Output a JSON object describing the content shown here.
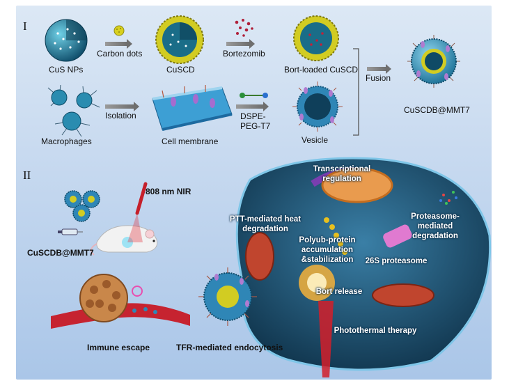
{
  "section_labels": [
    "I",
    "II"
  ],
  "part1": {
    "cus_nps": "CuS NPs",
    "carbon_dots": "Carbon dots",
    "cuscd": "CuSCD",
    "bortezomib": "Bortezomib",
    "bort_loaded": "Bort-loaded CuSCD",
    "fusion": "Fusion",
    "product": "CuSCDB@MMT7",
    "macrophages": "Macrophages",
    "isolation": "Isolation",
    "cell_membrane": "Cell membrane",
    "dspe": "DSPE-\nPEG-T7",
    "vesicle": "Vesicle"
  },
  "part2": {
    "nir": "808 nm NIR",
    "product": "CuSCDB@MMT7",
    "immune_escape": "Immune escape",
    "tfr": "TFR-mediated endocytosis",
    "transcriptional": "Transcriptional\nregulation",
    "ptt": "PTT-mediated heat\ndegradation",
    "polyub": "Polyub-protein\naccumulation\n&stabilization",
    "proteasome_mediated": "Proteasome-\nmediated\ndegradation",
    "proteasome_26s": "26S proteasome",
    "bort_release": "Bort release",
    "photothermal": "Photothermal therapy"
  },
  "colors": {
    "background_top": "#dce8f5",
    "background_bottom": "#aac6e8",
    "nanoparticle_core": "#1f6f8f",
    "carbon_dot": "#c9c21a",
    "cell": "#1c4e6a",
    "nucleus_envelope": "#7a3fb0",
    "laser": "#d21f2a"
  }
}
